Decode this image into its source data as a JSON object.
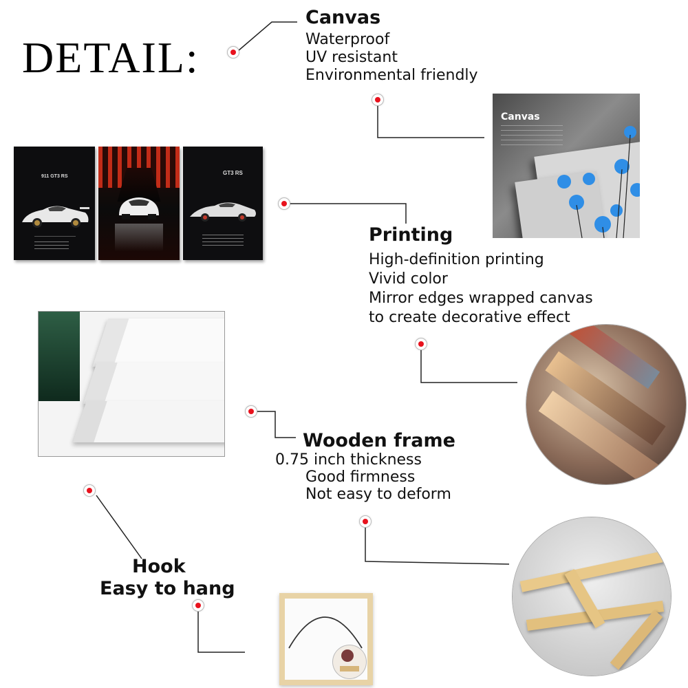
{
  "detail_title": "DETAIL:",
  "canvas": {
    "heading": "Canvas",
    "lines": [
      "Waterproof",
      "UV resistant",
      "Environmental friendly"
    ]
  },
  "printing": {
    "heading": "Printing",
    "lines": [
      "High-definition printing",
      "Vivid color",
      "Mirror edges wrapped canvas",
      "to create decorative effect"
    ]
  },
  "wooden_frame": {
    "heading": "Wooden frame",
    "lines": [
      "0.75 inch thickness",
      "Good firmness",
      "Not easy to deform"
    ]
  },
  "hook": {
    "lines": [
      "Hook",
      "Easy to hang"
    ]
  },
  "product_posters": [
    {
      "model": "911 GT3 RS"
    },
    {
      "model": ""
    },
    {
      "model": "GT3 RS"
    }
  ],
  "canvas_sample": {
    "title": "Canvas"
  },
  "colors": {
    "marker_red": "#e8121d",
    "flower_blue": "#2f8ee6",
    "wood": "#e9c98a"
  }
}
